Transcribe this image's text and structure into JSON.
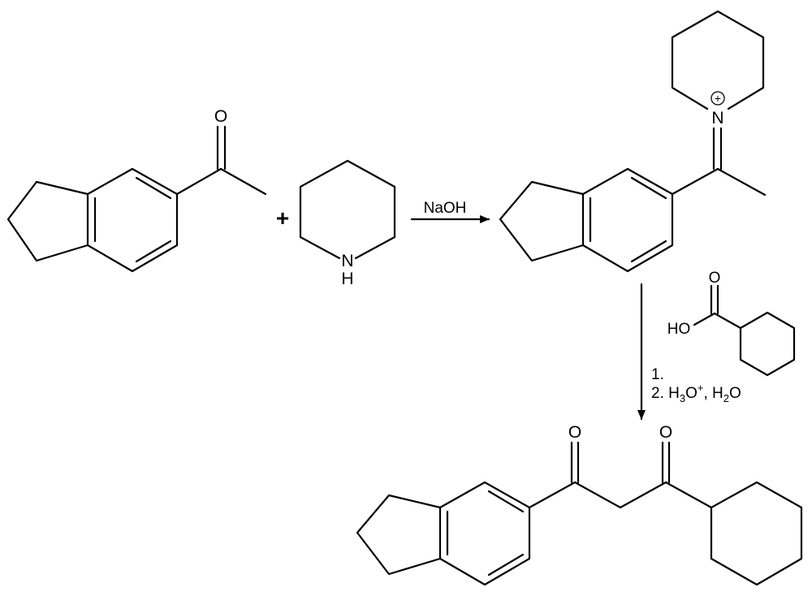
{
  "atoms": {
    "o": "O",
    "n": "N",
    "h": "H",
    "nplus": "N",
    "charge": "+",
    "ho": "HO"
  },
  "operators": {
    "plus": "+"
  },
  "reagents": {
    "step1": "NaOH",
    "step2_line1": "1.",
    "step2_line2": "2. H3O+, H2O",
    "step2_parts": {
      "lead": "2. H",
      "sub1": "3",
      "mid": "O",
      "sup": "+",
      "tail": ", H",
      "sub2": "2",
      "end": "O"
    }
  },
  "colors": {
    "ink": "#000000",
    "background": "#ffffff"
  }
}
